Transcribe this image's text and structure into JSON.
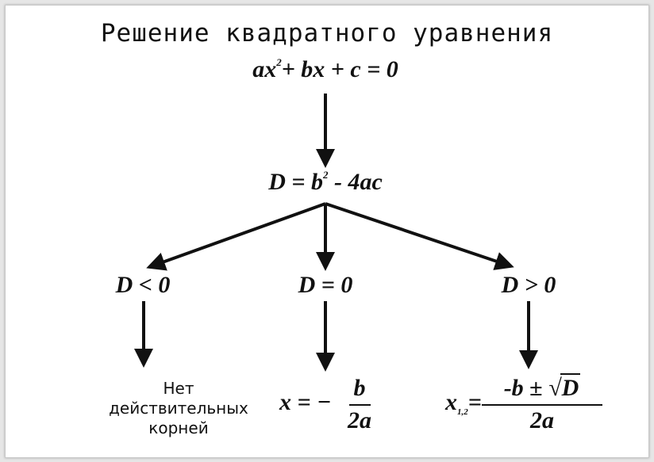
{
  "title": "Решение квадратного уравнения",
  "equation": {
    "lhs_a": "ax",
    "exp": "2",
    "rest": "+ bx + c = 0"
  },
  "discriminant": {
    "lhs": "D = b",
    "exp": "2",
    "rest": " - 4ac"
  },
  "branches": {
    "negative": {
      "condition": "D < 0",
      "result_lines": [
        "Нет",
        "действительных",
        "корней"
      ]
    },
    "zero": {
      "condition": "D = 0",
      "prefix": "x = −",
      "numerator": "b",
      "denominator": "2a"
    },
    "positive": {
      "condition": "D > 0",
      "var": "x",
      "subscript": "1,2",
      "eq": "=",
      "numerator_pre": "-b ± ",
      "sqrt_sign": "√",
      "sqrt_arg": "D",
      "denominator": "2a"
    }
  },
  "colors": {
    "ink": "#111111",
    "background": "#ffffff",
    "frame": "#e6e6e6"
  }
}
